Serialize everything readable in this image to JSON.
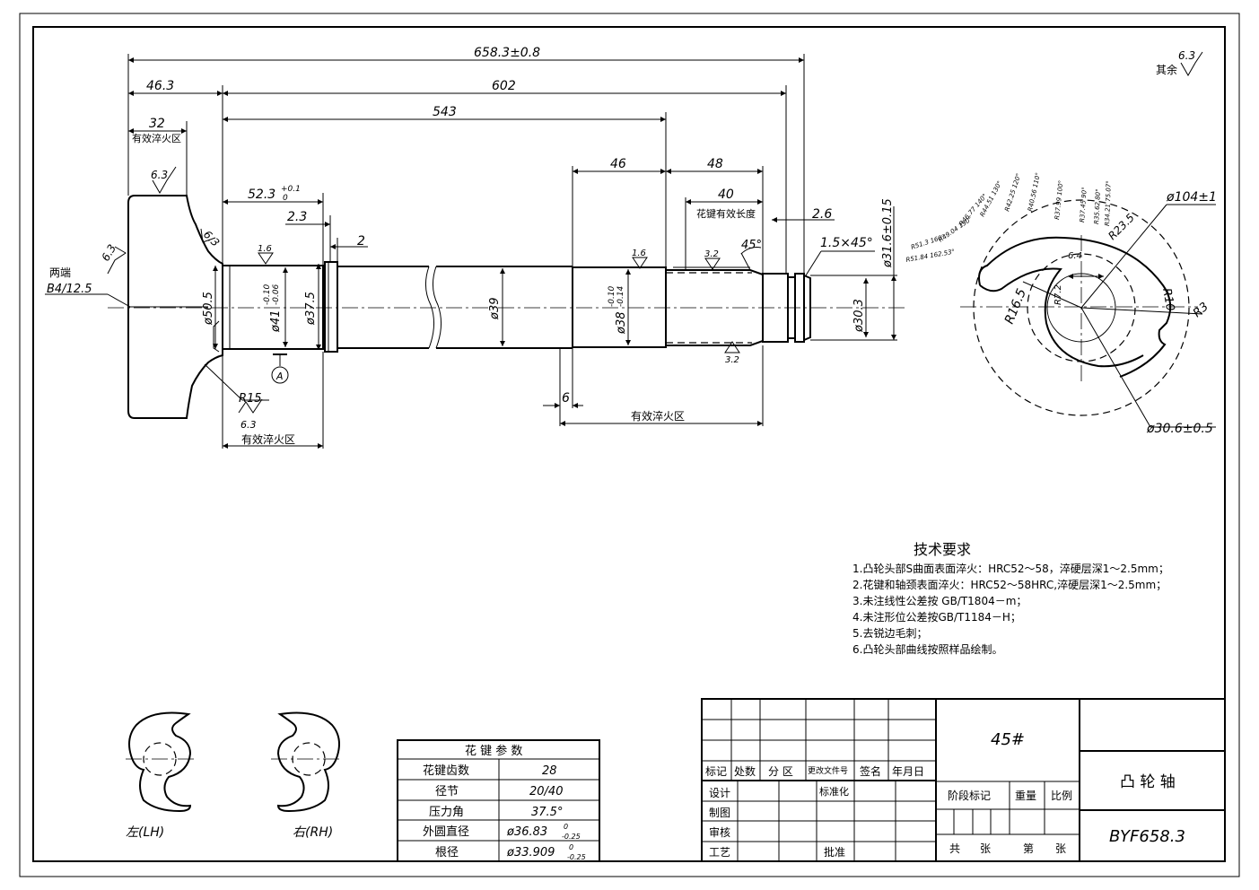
{
  "dims": {
    "overall": "658.3±0.8",
    "d602": "602",
    "d543": "543",
    "d46_3": "46.3",
    "d32": "32",
    "d46": "46",
    "d48": "48",
    "d40": "40",
    "d52_3": "52.3",
    "d52_3_tol_up": "+0.1",
    "d52_3_tol_low": "0",
    "d2_3": "2.3",
    "d2": "2",
    "d2_6": "2.6",
    "chamfer": "1.5×45°",
    "phi31_6": "ø31.6±0.15",
    "phi30_3": "ø30.3",
    "phi50_5": "ø50.5",
    "phi41": "ø41",
    "phi41_tol_up": "-0.10",
    "phi41_tol_low": "-0.06",
    "phi37_5": "ø37.5",
    "phi39": "ø39",
    "phi38": "ø38",
    "phi38_tol_up": "-0.10",
    "phi38_tol_low": "-0.14",
    "d6": "6",
    "r15": "R15",
    "angle45": "45°",
    "b4": "B4/12.5",
    "both_ends": "两端",
    "datum_a": "A",
    "phi104": "ø104±1",
    "phi30_6": "ø30.6±0.5",
    "r23_5": "R23.5",
    "r16_5": "R16.5",
    "r10": "R10",
    "r3": "R3",
    "r7_2": "R7.2",
    "d6_4": "6.4",
    "profile_labels": [
      "R51.3 160°",
      "R51.84 162.53°",
      "R49.04 150°",
      "R46.77 140°",
      "R44.51 130°",
      "R42.25 120°",
      "R40.56 110°",
      "R37.99 100°",
      "R37.45 90°",
      "R35.62 80°",
      "R34.21 75.07°"
    ]
  },
  "roughness": {
    "r6_3": "6.3",
    "r1_6": "1.6",
    "r3_2": "3.2",
    "others_label": "其余"
  },
  "zones": {
    "hardened": "有效淬火区",
    "spline_length": "花键有效长度"
  },
  "tech": {
    "title": "技术要求",
    "items": [
      "1.凸轮头部S曲面表面淬火：HRC52～58，淬硬层深1～2.5mm；",
      "2.花键和轴颈表面淬火：HRC52～58HRC,淬硬层深1～2.5mm；",
      "3.未注线性公差按 GB/T1804－m；",
      "4.未注形位公差按GB/T1184－H；",
      "5.去锐边毛刺；",
      "6.凸轮头部曲线按照样品绘制。"
    ]
  },
  "hands": {
    "left": "左(LH)",
    "right": "右(RH)"
  },
  "spline": {
    "title": "花 键 参 数",
    "rows": [
      {
        "label": "花键齿数",
        "value": "28"
      },
      {
        "label": "径节",
        "value": "20/40"
      },
      {
        "label": "压力角",
        "value": "37.5°"
      },
      {
        "label": "外圆直径",
        "value": "ø36.83",
        "tol_up": "0",
        "tol_low": "-0.25"
      },
      {
        "label": "根径",
        "value": "ø33.909",
        "tol_up": "0",
        "tol_low": "-0.25"
      }
    ]
  },
  "title_block": {
    "material": "45#",
    "part_name": "凸 轮 轴",
    "drawing_no": "BYF658.3",
    "rev_headers": [
      "标记",
      "处数",
      "分 区",
      "更改文件号",
      "签名",
      "年月日"
    ],
    "roles": [
      "设计",
      "制图",
      "审核",
      "工艺"
    ],
    "standardize": "标准化",
    "approve": "批准",
    "stage": "阶段标记",
    "weight": "重量",
    "scale": "比例",
    "sheets_total": "共",
    "sheets_unit": "张",
    "sheet_no": "第",
    "sheet_unit2": "张"
  }
}
